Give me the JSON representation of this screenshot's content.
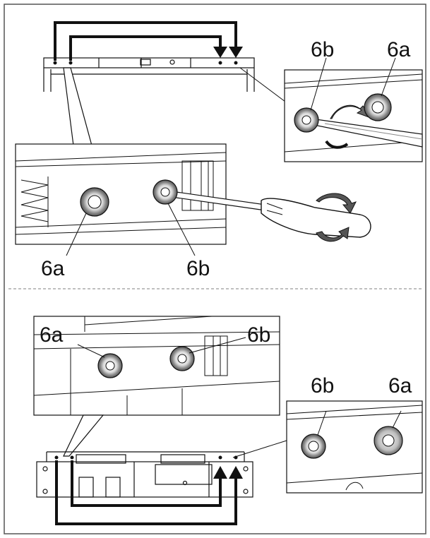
{
  "top_panel": {
    "inset_left": {
      "label_a": "6a",
      "label_b": "6b"
    },
    "inset_right": {
      "label_a": "6a",
      "label_b": "6b"
    }
  },
  "bottom_panel": {
    "inset_left": {
      "label_a": "6a",
      "label_b": "6b"
    },
    "inset_right": {
      "label_a": "6a",
      "label_b": "6b"
    }
  },
  "colors": {
    "line": "#111111",
    "screw_ring": "#888888",
    "frame": "#555555",
    "divider": "#999999"
  }
}
